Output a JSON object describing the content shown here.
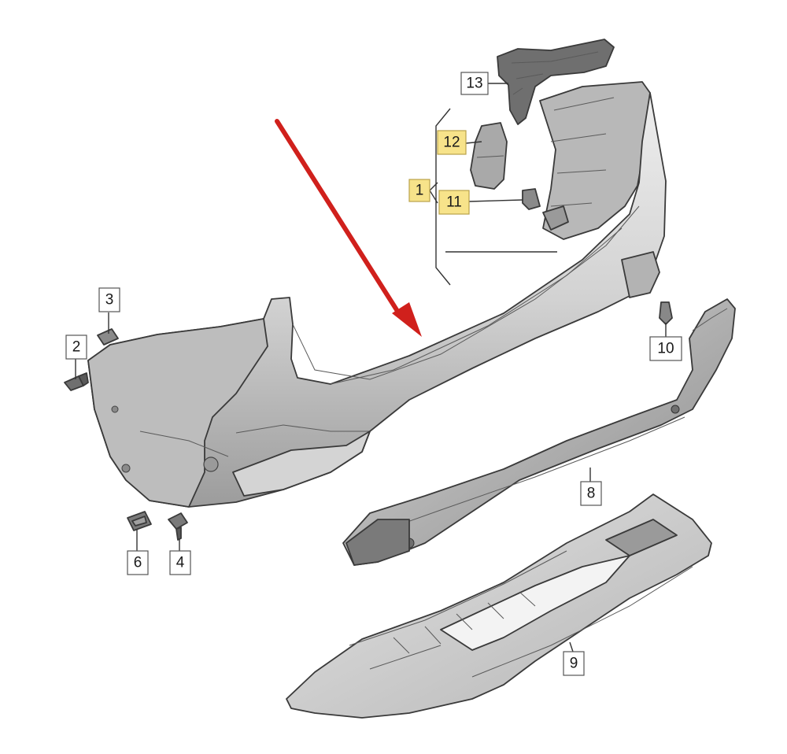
{
  "callouts": {
    "c1": "1",
    "c2": "2",
    "c3": "3",
    "c4": "4",
    "c6": "6",
    "c8": "8",
    "c9": "9",
    "c10": "10",
    "c11": "11",
    "c12": "12",
    "c13": "13"
  },
  "highlighted_callouts": [
    "1",
    "11",
    "12"
  ],
  "colors": {
    "highlight": "#f7e38a",
    "arrow": "#d0201c",
    "part_fill": "#c9c9c9",
    "part_dark": "#9a9a9a"
  }
}
